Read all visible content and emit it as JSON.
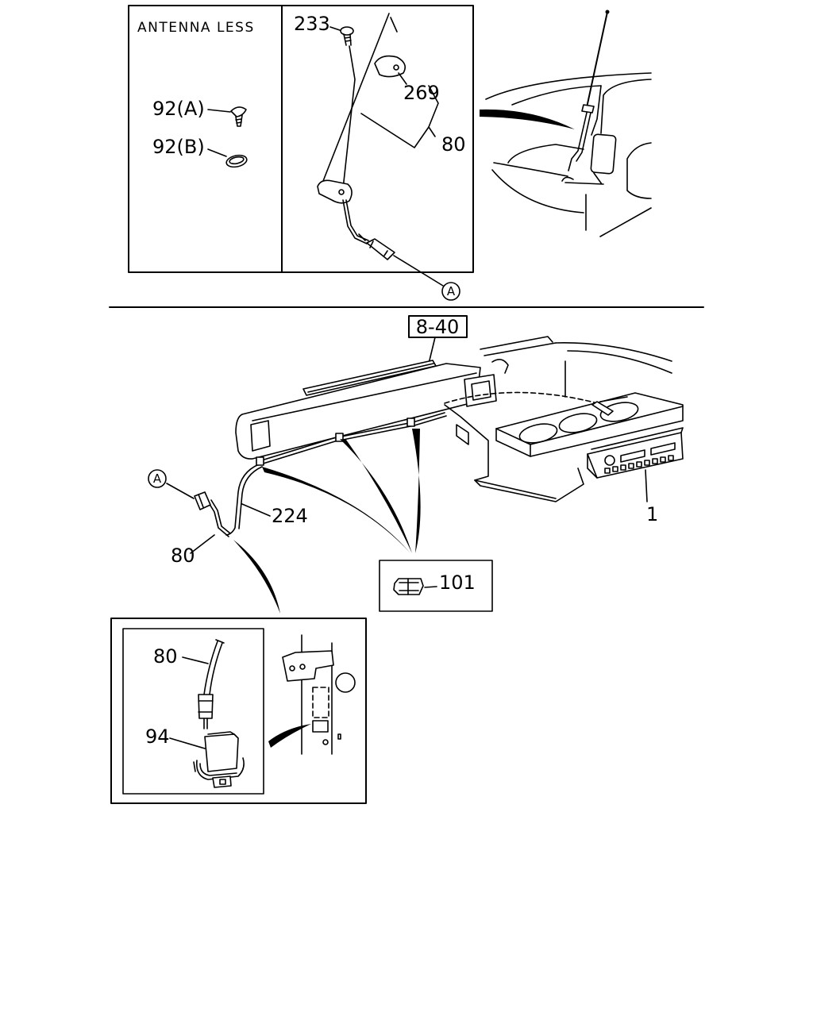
{
  "top_panel": {
    "inset_title": "ANTENNA LESS",
    "label_92a": "92(A)",
    "label_92b": "92(B)",
    "label_233": "233",
    "label_269": "269",
    "label_80": "80",
    "ref_a": "A"
  },
  "dashboard": {
    "ref_box": "8-40",
    "ref_a": "A",
    "label_224": "224",
    "label_80": "80",
    "label_1": "1",
    "label_101": "101"
  },
  "connector_inset": {
    "label_80": "80",
    "label_94": "94"
  }
}
